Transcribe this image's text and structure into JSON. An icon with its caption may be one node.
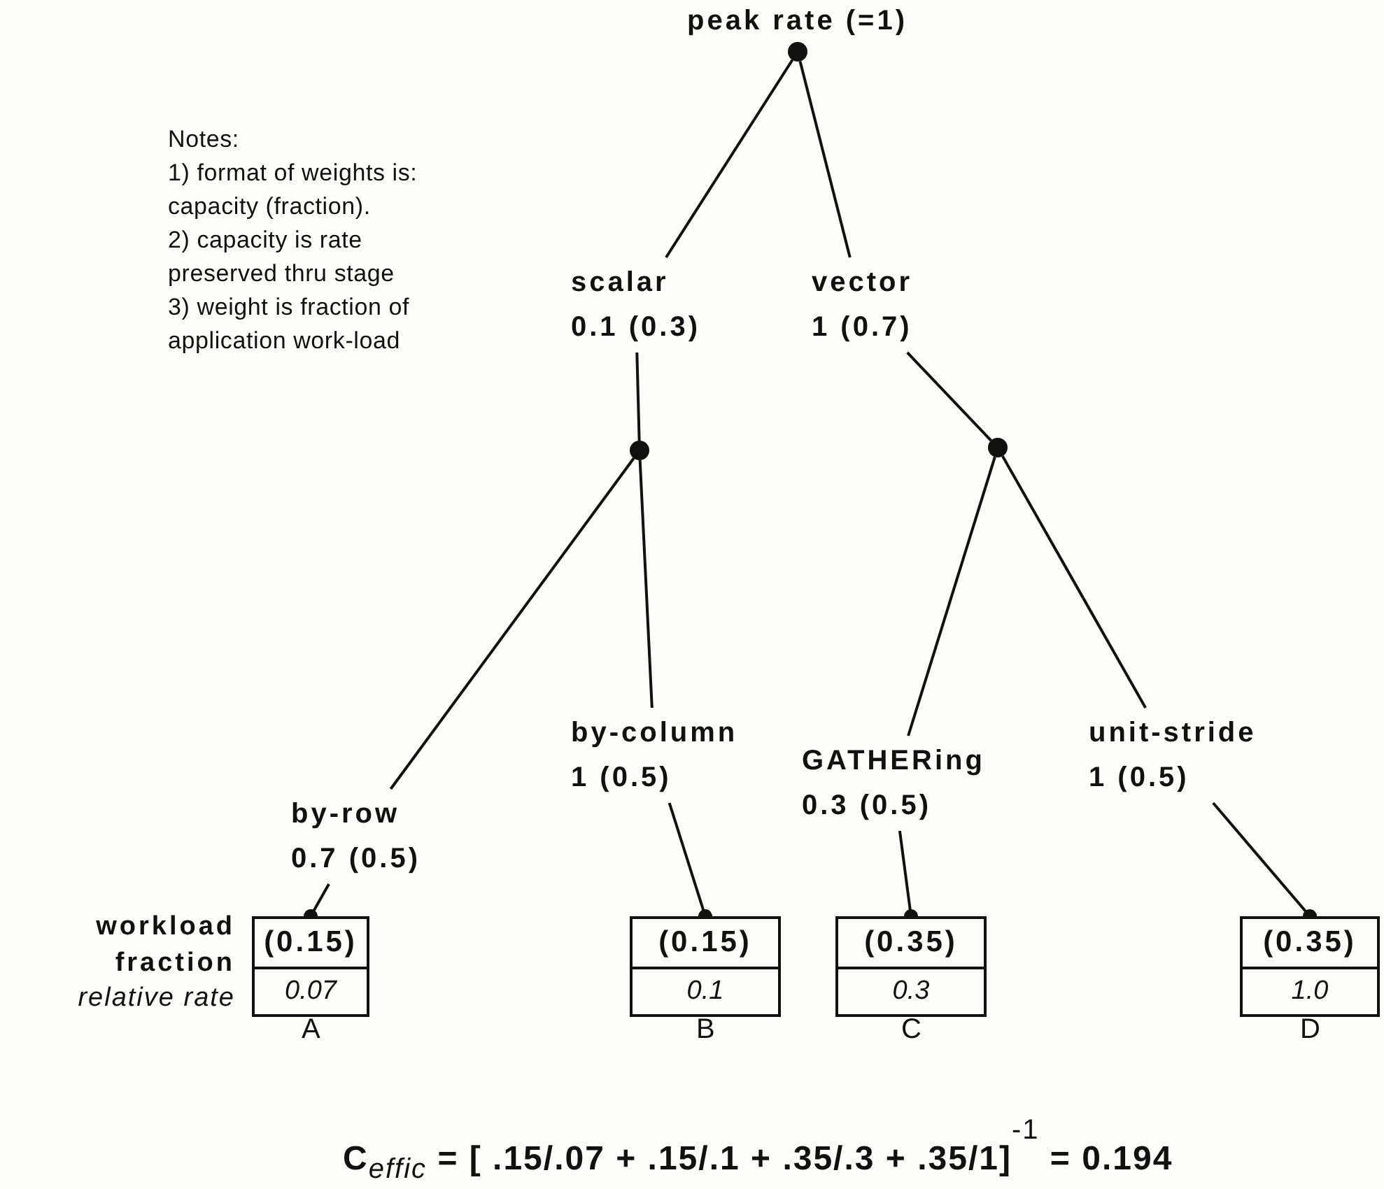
{
  "diagram": {
    "nodes": [
      {
        "text": [],
        "shape": "circle",
        "beside": [
          "peak rate (=1)"
        ]
      },
      {
        "text": [
          "scalar",
          "0.1  (0.3)"
        ]
      },
      {
        "text": [
          "vector",
          "1  (0.7)"
        ]
      },
      {
        "text": [],
        "shape": "circle"
      },
      {
        "text": [],
        "shape": "circle"
      },
      {
        "text": [
          "by-row",
          "0.7  (0.5)"
        ]
      },
      {
        "text": [
          "by-column",
          "1  (0.5)"
        ]
      },
      {
        "text": [
          "GATHERing",
          "0.3  (0.5)"
        ]
      },
      {
        "text": [
          "unit-stride",
          "1  (0.5)"
        ]
      },
      {
        "text": [
          "(0.15)",
          "0.07"
        ],
        "beside": [
          "A"
        ]
      },
      {
        "text": [
          "(0.15)",
          "0.1"
        ],
        "beside": [
          "B"
        ]
      },
      {
        "text": [
          "(0.35)",
          "0.3"
        ],
        "beside": [
          "C"
        ]
      },
      {
        "text": [
          "(0.35)",
          "1.0"
        ],
        "beside": [
          "D"
        ]
      }
    ],
    "edges": [
      {
        "from": 0,
        "to": 1,
        "arrow": "none"
      },
      {
        "from": 1,
        "to": 3,
        "arrow": "none"
      },
      {
        "from": 0,
        "to": 2,
        "arrow": "none"
      },
      {
        "from": 2,
        "to": 4,
        "arrow": "none"
      },
      {
        "from": 3,
        "to": 5,
        "arrow": "none"
      },
      {
        "from": 3,
        "to": 6,
        "arrow": "none"
      },
      {
        "from": 4,
        "to": 7,
        "arrow": "none"
      },
      {
        "from": 4,
        "to": 8,
        "arrow": "none"
      },
      {
        "from": 5,
        "to": 9,
        "arrow": "other"
      },
      {
        "from": 6,
        "to": 10,
        "arrow": "other"
      },
      {
        "from": 7,
        "to": 11,
        "arrow": "other"
      },
      {
        "from": 8,
        "to": 12,
        "arrow": "other"
      }
    ],
    "labels": [
      "Notes:",
      "1) format of weights is: capacity (fraction).",
      "2) capacity is rate preserved thru stage",
      "3) weight is fraction of application work-load",
      "workload fraction",
      "relative rate",
      "C$_{effic}$  = [ .15/.07 + .15/.1 + .35/.3 + .35/1]$^{-1}$ = 0.194"
    ]
  }
}
